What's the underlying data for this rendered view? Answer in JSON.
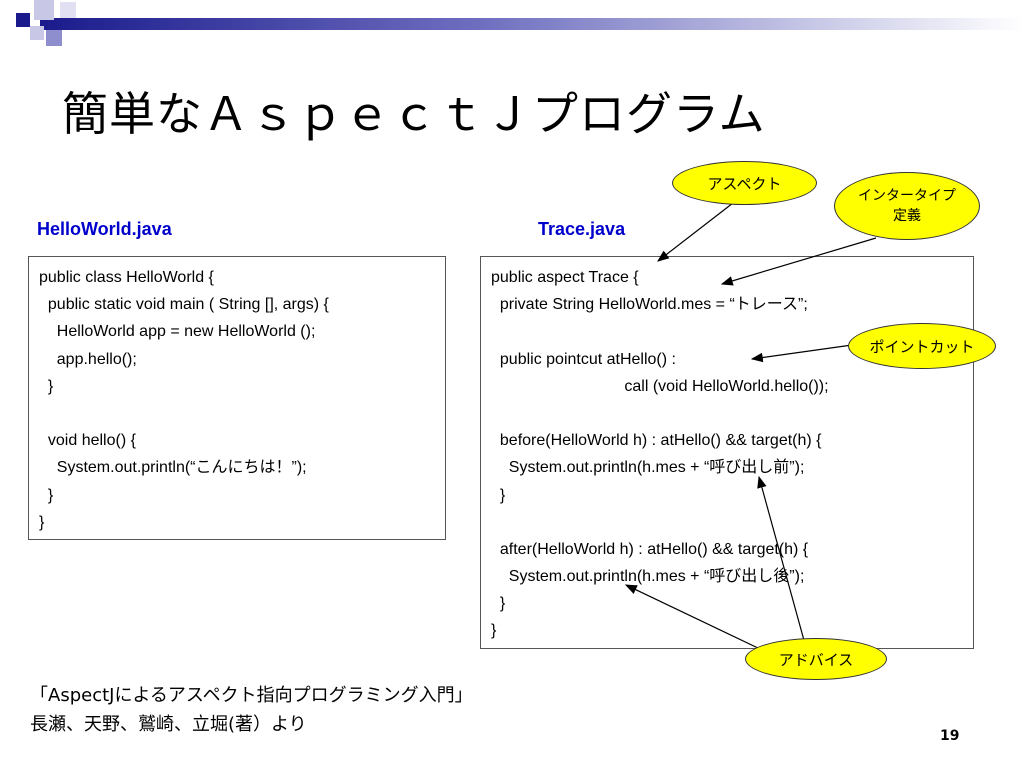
{
  "slide": {
    "title": "簡単なＡｓｐｅｃｔＪプログラム",
    "page_number": "19"
  },
  "files": {
    "hello_label": "HelloWorld.java",
    "trace_label": "Trace.java"
  },
  "hello_code": [
    "public class HelloWorld {",
    "  public static void main ( String [], args) {",
    "    HelloWorld app = new HelloWorld ();",
    "    app.hello();",
    "  }",
    "",
    "  void hello() {",
    "    System.out.println(“こんにちは！”);",
    "  }",
    "}"
  ],
  "trace_code": [
    "public aspect Trace {",
    "  private String HelloWorld.mes = “トレース”;",
    "",
    "  public pointcut atHello() :",
    "                              call (void HelloWorld.hello());",
    "",
    "  before(HelloWorld h) : atHello() && target(h) {",
    "    System.out.println(h.mes + “呼び出し前”);",
    "  }",
    "",
    "  after(HelloWorld h) : atHello() && target(h) {",
    "    System.out.println(h.mes + “呼び出し後”);",
    "  }",
    "}"
  ],
  "callouts": {
    "aspect": "アスペクト",
    "inter_type_line1": "インタータイプ",
    "inter_type_line2": "定義",
    "pointcut": "ポイントカット",
    "advice": "アドバイス"
  },
  "reference": {
    "line1": "「AspectJによるアスペクト指向プログラミング入門」",
    "line2": " 長瀬、天野、鷲崎、立堀(著）より"
  },
  "colors": {
    "label_blue": "#0000cc",
    "callout_yellow": "#ffff00",
    "deco_navy": "#1a1a8c"
  }
}
